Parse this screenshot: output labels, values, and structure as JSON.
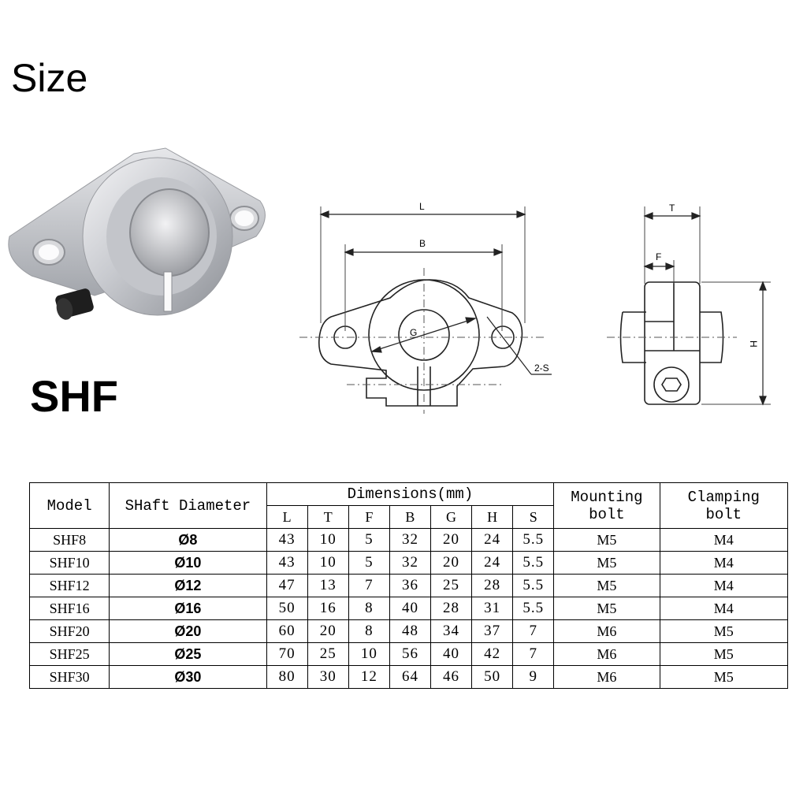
{
  "title": "Size",
  "model_name": "SHF",
  "diagram_labels": {
    "L": "L",
    "B": "B",
    "G": "G",
    "S": "2-S",
    "T": "T",
    "F": "F",
    "H": "H"
  },
  "table": {
    "headers": {
      "model": "Model",
      "shaft": "SHaft Diameter",
      "dimensions": "Dimensions(mm)",
      "mounting": [
        "Mounting",
        "bolt"
      ],
      "clamping": [
        "Clamping",
        "bolt"
      ],
      "dims": [
        "L",
        "T",
        "F",
        "B",
        "G",
        "H",
        "S"
      ]
    },
    "rows": [
      {
        "model": "SHF8",
        "shaft": "Ø8",
        "dims": [
          "43",
          "10",
          "5",
          "32",
          "20",
          "24",
          "5.5"
        ],
        "mount": "M5",
        "clamp": "M4"
      },
      {
        "model": "SHF10",
        "shaft": "Ø10",
        "dims": [
          "43",
          "10",
          "5",
          "32",
          "20",
          "24",
          "5.5"
        ],
        "mount": "M5",
        "clamp": "M4"
      },
      {
        "model": "SHF12",
        "shaft": "Ø12",
        "dims": [
          "47",
          "13",
          "7",
          "36",
          "25",
          "28",
          "5.5"
        ],
        "mount": "M5",
        "clamp": "M4"
      },
      {
        "model": "SHF16",
        "shaft": "Ø16",
        "dims": [
          "50",
          "16",
          "8",
          "40",
          "28",
          "31",
          "5.5"
        ],
        "mount": "M5",
        "clamp": "M4"
      },
      {
        "model": "SHF20",
        "shaft": "Ø20",
        "dims": [
          "60",
          "20",
          "8",
          "48",
          "34",
          "37",
          "7"
        ],
        "mount": "M6",
        "clamp": "M5"
      },
      {
        "model": "SHF25",
        "shaft": "Ø25",
        "dims": [
          "70",
          "25",
          "10",
          "56",
          "40",
          "42",
          "7"
        ],
        "mount": "M6",
        "clamp": "M5"
      },
      {
        "model": "SHF30",
        "shaft": "Ø30",
        "dims": [
          "80",
          "30",
          "12",
          "64",
          "46",
          "50",
          "9"
        ],
        "mount": "M6",
        "clamp": "M5"
      }
    ]
  }
}
